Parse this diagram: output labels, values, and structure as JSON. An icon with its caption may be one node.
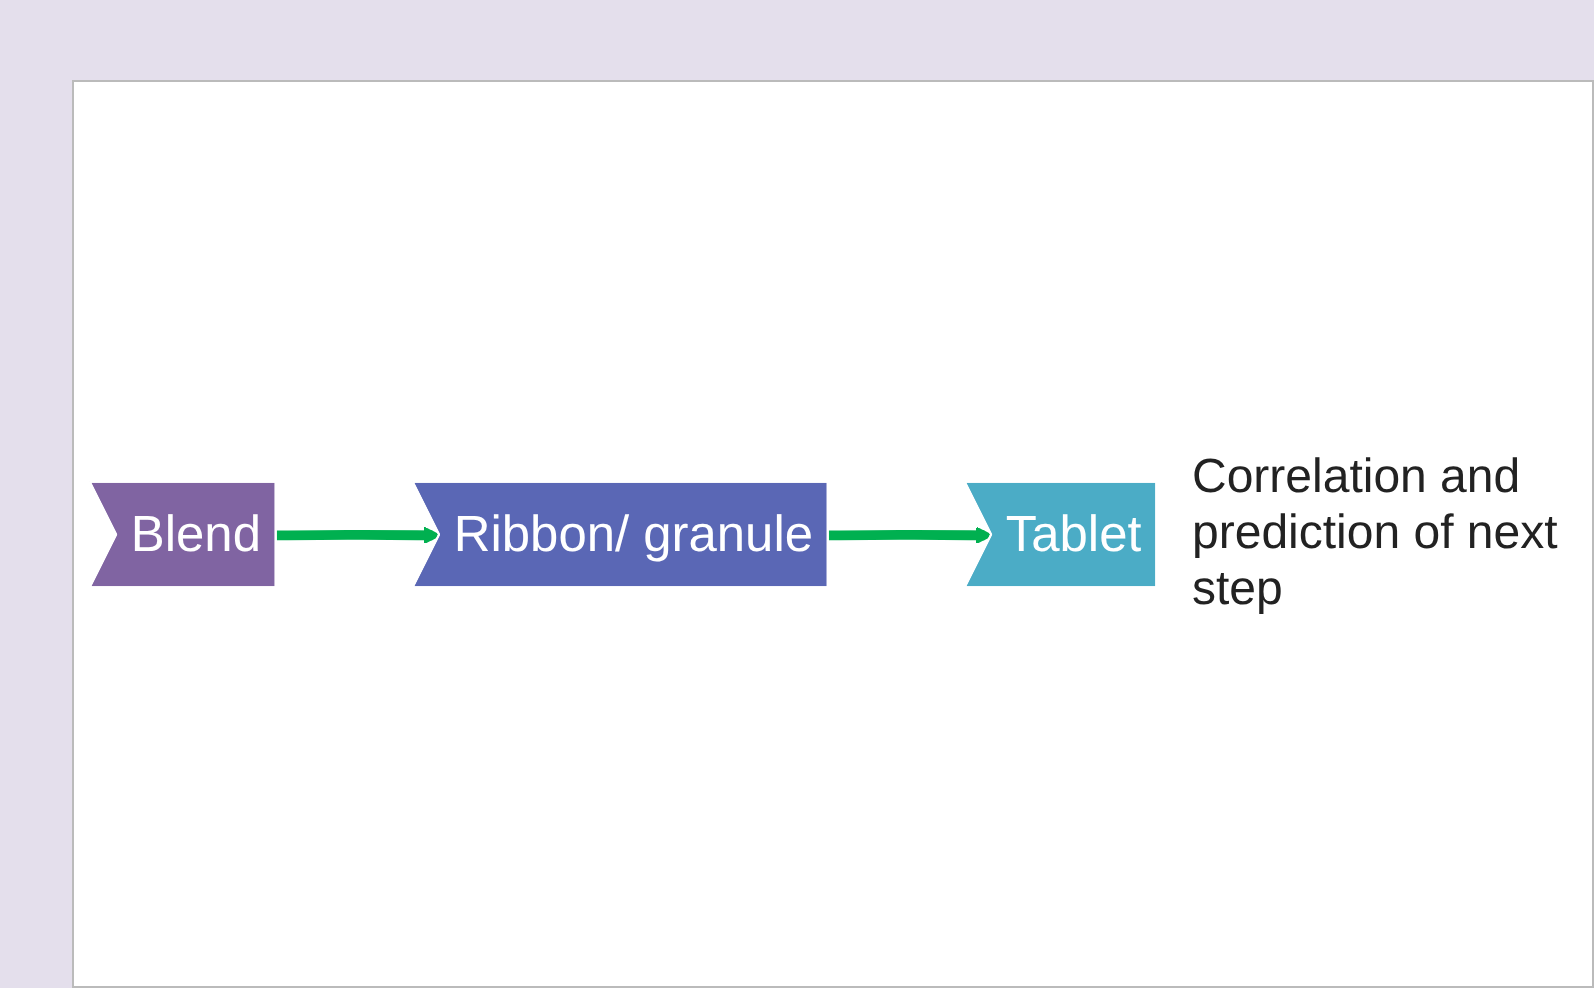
{
  "diagram": {
    "nodes": [
      {
        "text": [
          "Blend"
        ]
      },
      {
        "text": [
          "Ribbon/ granule"
        ]
      },
      {
        "text": [
          "Tablet"
        ]
      }
    ],
    "edges": [
      {
        "from": 0,
        "to": 1,
        "arrow": "to",
        "color": "#00b050"
      },
      {
        "from": 1,
        "to": 2,
        "arrow": "to",
        "color": "#00b050"
      }
    ],
    "labels": [
      "Correlation and prediction of next step"
    ]
  }
}
